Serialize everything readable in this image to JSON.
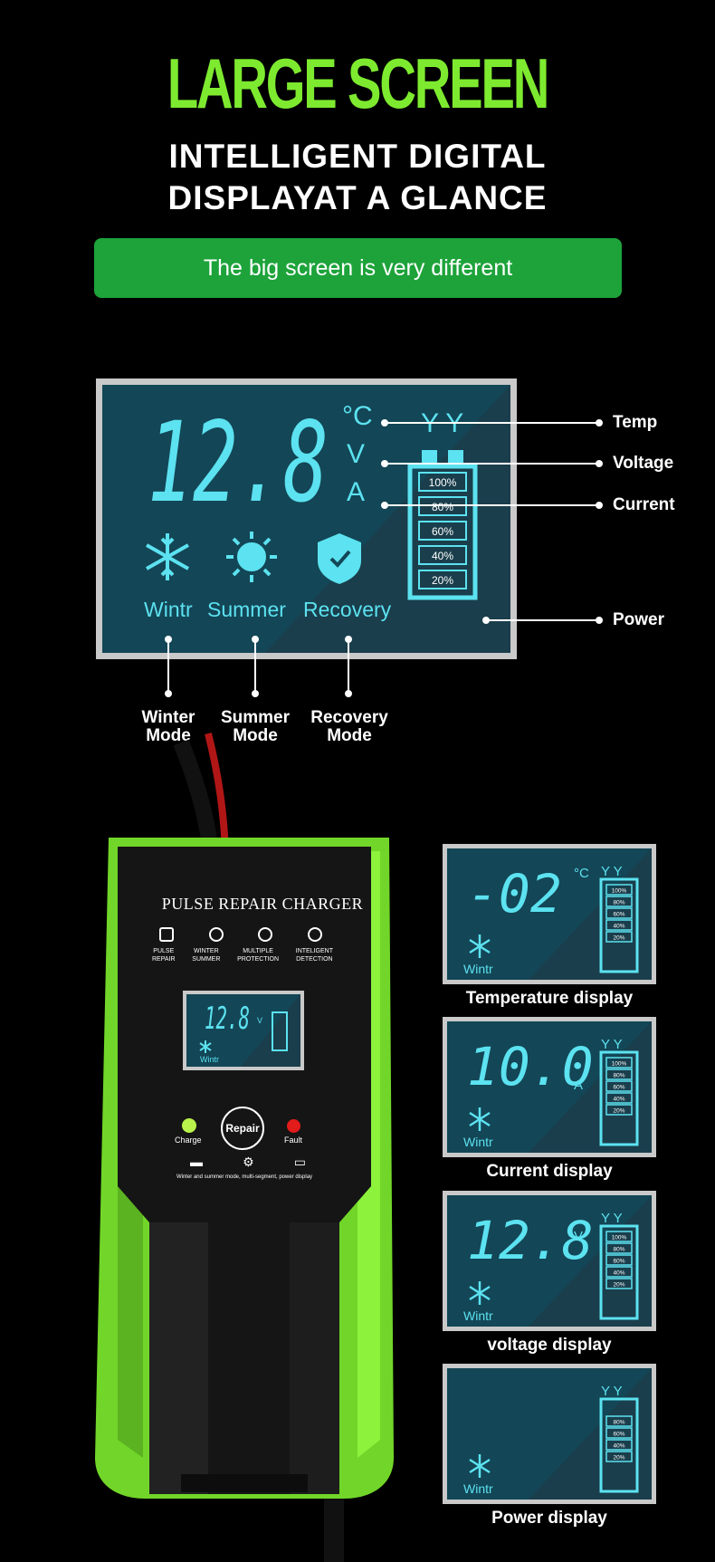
{
  "header": {
    "title": "LARGE SCREEN",
    "subtitle_line1": "INTELLIGENT DIGITAL",
    "subtitle_line2": "DISPLAYAT A GLANCE",
    "banner": "The big screen is very different"
  },
  "main_lcd": {
    "reading": "12.8",
    "units": [
      "°C",
      "V",
      "A"
    ],
    "battery_levels": [
      "100%",
      "80%",
      "60%",
      "40%",
      "20%"
    ],
    "modes": [
      "Wintr",
      "Summer",
      "Recovery"
    ]
  },
  "callouts": {
    "temp": "Temp",
    "voltage": "Voltage",
    "current": "Current",
    "power": "Power"
  },
  "mode_labels": [
    {
      "line1": "Winter",
      "line2": "Mode"
    },
    {
      "line1": "Summer",
      "line2": "Mode"
    },
    {
      "line1": "Recovery",
      "line2": "Mode"
    }
  ],
  "charger": {
    "brand": "PULSE REPAIR CHARGER",
    "features": [
      {
        "line1": "PULSE",
        "line2": "REPAIR"
      },
      {
        "line1": "WINTER",
        "line2": "SUMMER"
      },
      {
        "line1": "MULTIPLE",
        "line2": "PROTECTION"
      },
      {
        "line1": "INTELIGENT",
        "line2": "DETECTION"
      }
    ],
    "screen_reading": "12.8",
    "screen_unit": "V",
    "screen_mode": "Wintr",
    "charge_label": "Charge",
    "repair_label": "Repair",
    "fault_label": "Fault",
    "footnote": "Winter and summer mode, multi-segment, power display"
  },
  "panels": [
    {
      "reading": "-02",
      "unit": "°C",
      "mode": "Wintr",
      "caption": "Temperature display",
      "levels": [
        "100%",
        "80%",
        "60%",
        "40%",
        "20%"
      ]
    },
    {
      "reading": "10.0",
      "unit": "A",
      "mode": "Wintr",
      "caption": "Current display",
      "levels": [
        "100%",
        "80%",
        "60%",
        "40%",
        "20%"
      ]
    },
    {
      "reading": "12.8",
      "unit": "V",
      "mode": "Wintr",
      "caption": "voltage display",
      "levels": [
        "100%",
        "80%",
        "60%",
        "40%",
        "20%"
      ]
    },
    {
      "reading": "",
      "unit": "",
      "mode": "Wintr",
      "caption": "Power display",
      "levels": [
        "80%",
        "60%",
        "40%",
        "20%"
      ]
    }
  ],
  "colors": {
    "accent_green": "#7dea2f",
    "banner_green": "#1da33a",
    "lcd_bg": "#134656",
    "lcd_glow": "#5ce2f0"
  }
}
